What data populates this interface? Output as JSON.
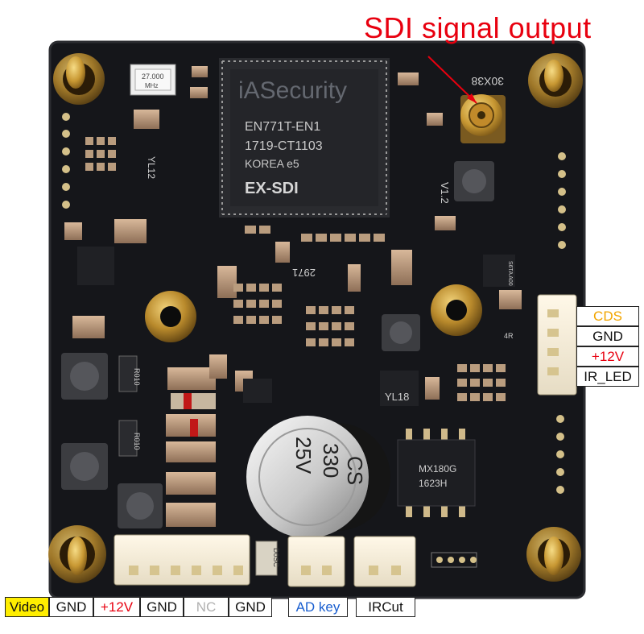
{
  "callout": {
    "text": "SDI signal output",
    "color": "#e8000f"
  },
  "board_text": {
    "chip_brand": "iASecurity",
    "chip_line1": "EN771T-EN1",
    "chip_line2": "1719-CT1103",
    "chip_line3": "KOREA e5",
    "chip_logo": "EX-SDI",
    "crystal_line1": "27.000",
    "crystal_line2": "MHz",
    "connector_mark": "30X38",
    "silk_1": "V1.2",
    "silk_2": "2971",
    "silk_3": "YL12",
    "silk_4": "YL18",
    "silk_5": "R010",
    "silk_6": "R010",
    "cap_line1": "25V",
    "cap_line2": "330",
    "cap_line3": "CS",
    "ic_line1": "MX180G",
    "ic_line2": "1623H",
    "tiny_ic_1": "S6TA A00",
    "tiny_ic_2": "4R",
    "res_mark": "D0SC"
  },
  "right_connector": {
    "pins": [
      {
        "label": "CDS",
        "color": "#f2a500"
      },
      {
        "label": "GND",
        "color": "#111111"
      },
      {
        "label": "+12V",
        "color": "#e8000f"
      },
      {
        "label": "IR_LED",
        "color": "#111111"
      }
    ]
  },
  "bottom_labels": [
    {
      "label": "Video",
      "color": "#111111",
      "bg": "#ffee00"
    },
    {
      "label": "GND",
      "color": "#111111",
      "bg": "#ffffff"
    },
    {
      "label": "+12V",
      "color": "#e8000f",
      "bg": "#ffffff"
    },
    {
      "label": "GND",
      "color": "#111111",
      "bg": "#ffffff"
    },
    {
      "label": "NC",
      "color": "#b0b0b0",
      "bg": "#ffffff"
    },
    {
      "label": "GND",
      "color": "#111111",
      "bg": "#ffffff"
    },
    {
      "label": "AD key",
      "color": "#1a5fd0",
      "bg": "#ffffff"
    },
    {
      "label": "IRCut",
      "color": "#111111",
      "bg": "#ffffff"
    }
  ]
}
